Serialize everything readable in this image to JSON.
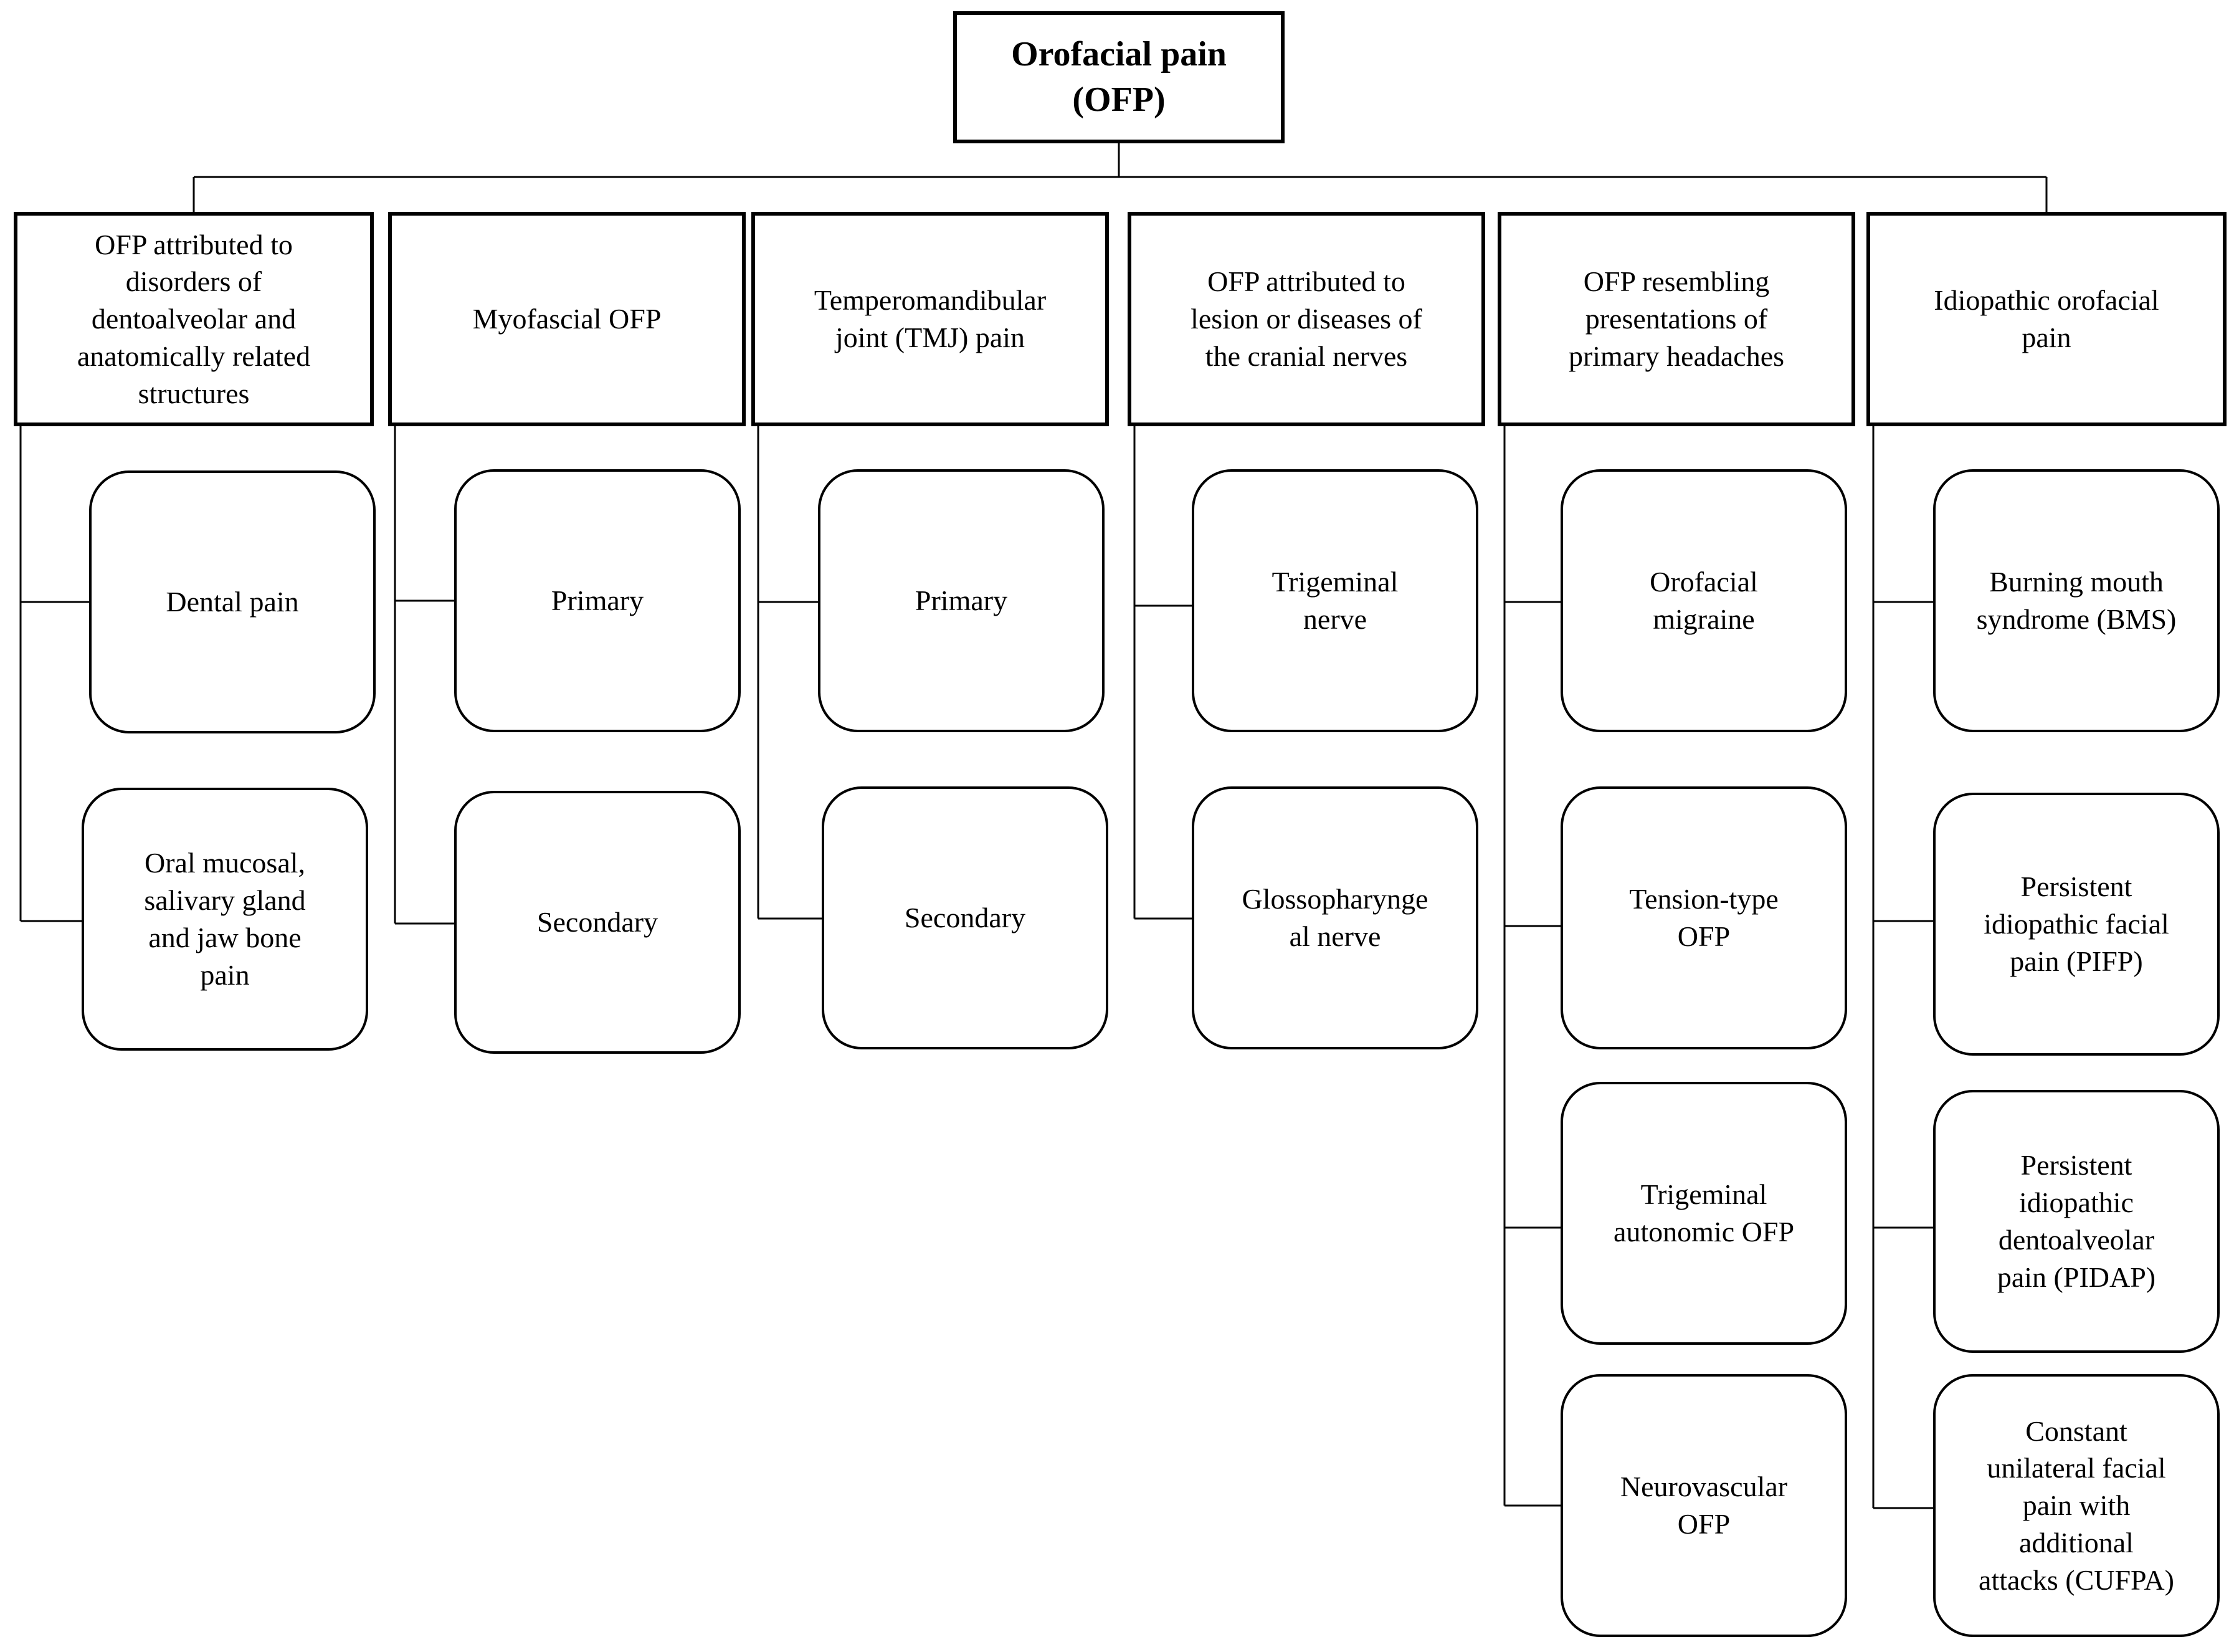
{
  "root": {
    "label": "Orofacial pain\n(OFP)"
  },
  "categories": [
    {
      "label": "OFP attributed to\ndisorders of\ndentoalveolar and\nanatomically related\nstructures",
      "children": [
        "Dental pain",
        "Oral mucosal,\nsalivary gland\nand jaw bone\npain"
      ]
    },
    {
      "label": "Myofascial OFP",
      "children": [
        "Primary",
        "Secondary"
      ]
    },
    {
      "label": "Temperomandibular\njoint (TMJ) pain",
      "children": [
        "Primary",
        "Secondary"
      ]
    },
    {
      "label": "OFP attributed to\nlesion or diseases of\nthe cranial nerves",
      "children": [
        "Trigeminal\nnerve",
        "Glossopharynge\nal nerve"
      ]
    },
    {
      "label": "OFP resembling\npresentations of\nprimary headaches",
      "children": [
        "Orofacial\nmigraine",
        "Tension-type\nOFP",
        "Trigeminal\nautonomic OFP",
        "Neurovascular\nOFP"
      ]
    },
    {
      "label": "Idiopathic orofacial\npain",
      "children": [
        "Burning mouth\nsyndrome (BMS)",
        "Persistent\nidiopathic facial\npain (PIFP)",
        "Persistent\nidiopathic\ndentoalveolar\npain (PIDAP)",
        "Constant\nunilateral facial\npain with\nadditional\nattacks (CUFPA)"
      ]
    }
  ]
}
